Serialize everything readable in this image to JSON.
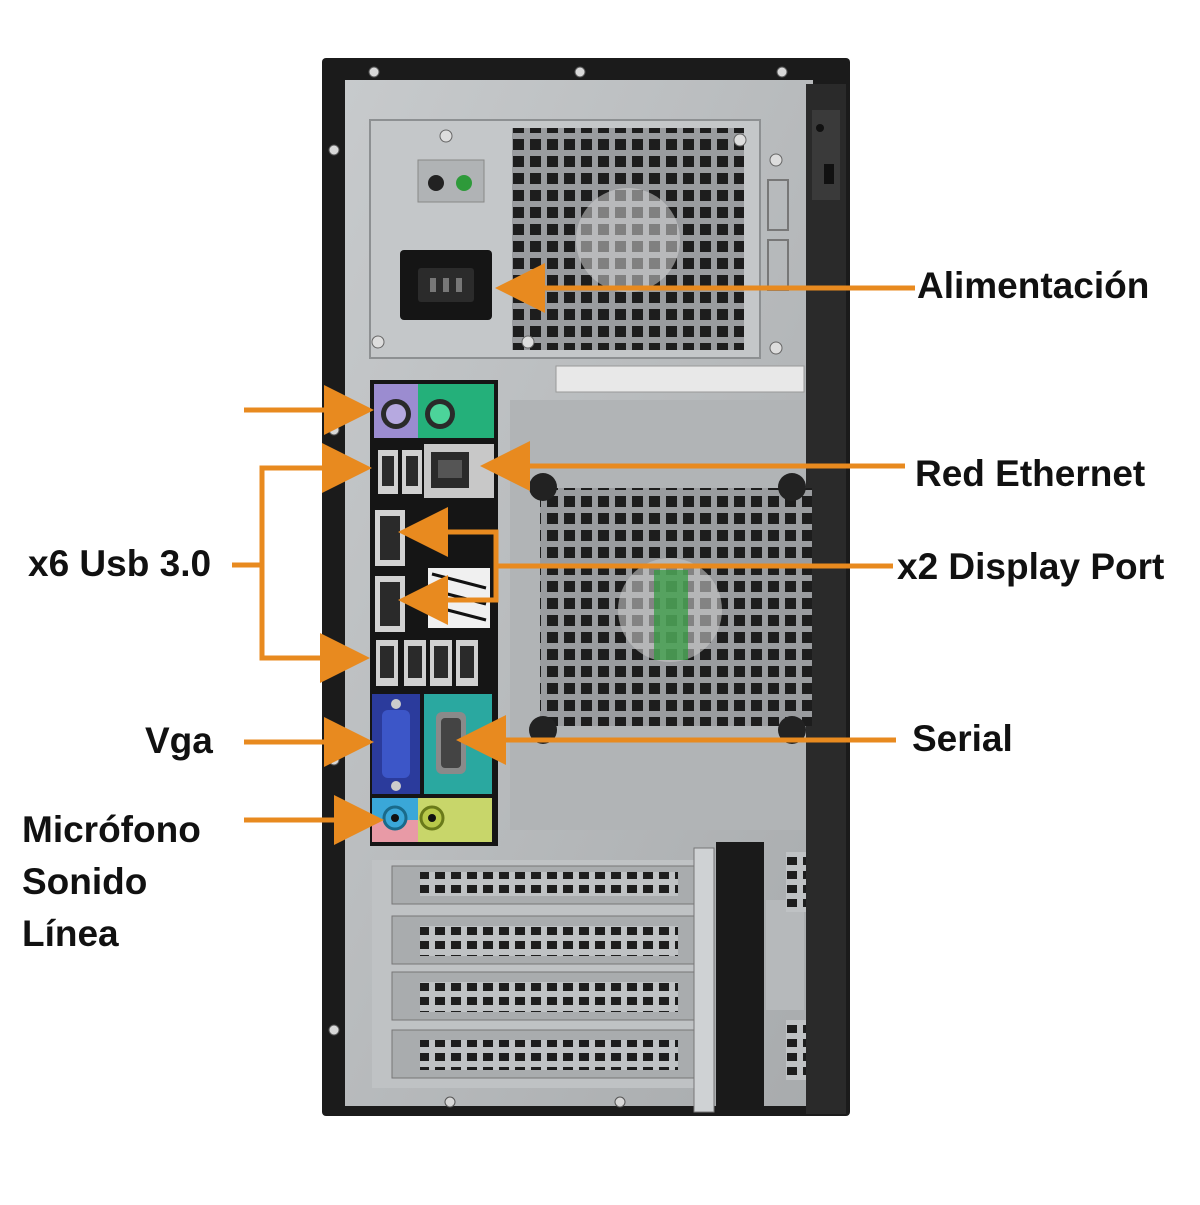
{
  "labels": {
    "power": "Alimentación",
    "ethernet": "Red Ethernet",
    "usb": "x6 Usb 3.0",
    "displayport": "x2 Display Port",
    "vga": "Vga",
    "serial": "Serial",
    "audio": [
      "Micrófono",
      "Sonido",
      "Línea"
    ]
  },
  "colors": {
    "arrow": "#e88a1f",
    "case": "#1b1b1b",
    "metal": "#b9bcbe",
    "ps2_mouse": "#9b8cd0",
    "ps2_keyboard": "#24b07a",
    "vga_port": "#2b3b9c",
    "serial_port": "#2aa8a0",
    "mic_jack": "#e89aa6",
    "line_jack": "#c8d66a",
    "audio_blue": "#3aa7d8"
  }
}
